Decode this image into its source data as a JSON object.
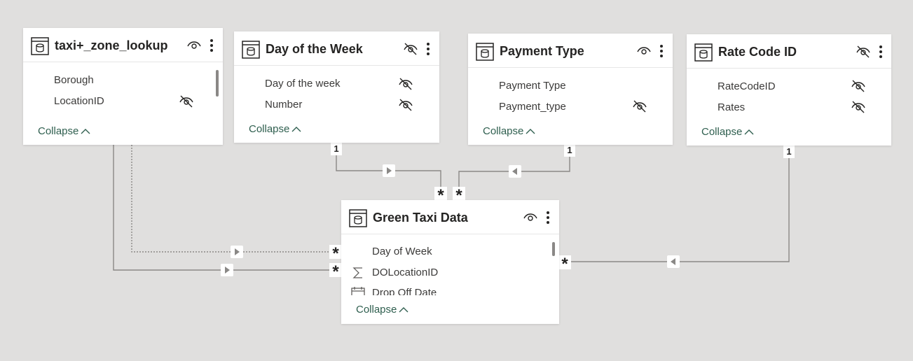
{
  "tables": {
    "taxi_zone": {
      "title": "taxi+_zone_lookup",
      "fields": [
        "Borough",
        "LocationID"
      ],
      "collapse_label": "Collapse"
    },
    "day_of_week": {
      "title": "Day of the Week",
      "fields": [
        "Day of the week",
        "Number"
      ],
      "collapse_label": "Collapse"
    },
    "payment_type": {
      "title": "Payment Type",
      "fields": [
        "Payment Type",
        "Payment_type"
      ],
      "collapse_label": "Collapse"
    },
    "rate_code": {
      "title": "Rate Code ID",
      "fields": [
        "RateCodeID",
        "Rates"
      ],
      "collapse_label": "Collapse"
    },
    "green_taxi": {
      "title": "Green Taxi Data",
      "fields": [
        "Day of Week",
        "DOLocationID",
        "Drop Off Date"
      ],
      "collapse_label": "Collapse"
    }
  },
  "cardinality": {
    "one": "1",
    "many": "*"
  },
  "icons": {
    "table": "table-icon",
    "visible": "eye-icon",
    "hidden": "eye-slash-icon",
    "more": "more-options-icon",
    "sum": "sigma-icon",
    "date": "calendar-icon",
    "collapse": "chevron-up-icon",
    "filter_right": "filter-arrow-right-icon",
    "filter_left": "filter-arrow-left-icon"
  },
  "colors": {
    "canvas": "#e0dfde",
    "card": "#ffffff",
    "collapse_link": "#2f5f4f",
    "line": "#8a8886"
  }
}
